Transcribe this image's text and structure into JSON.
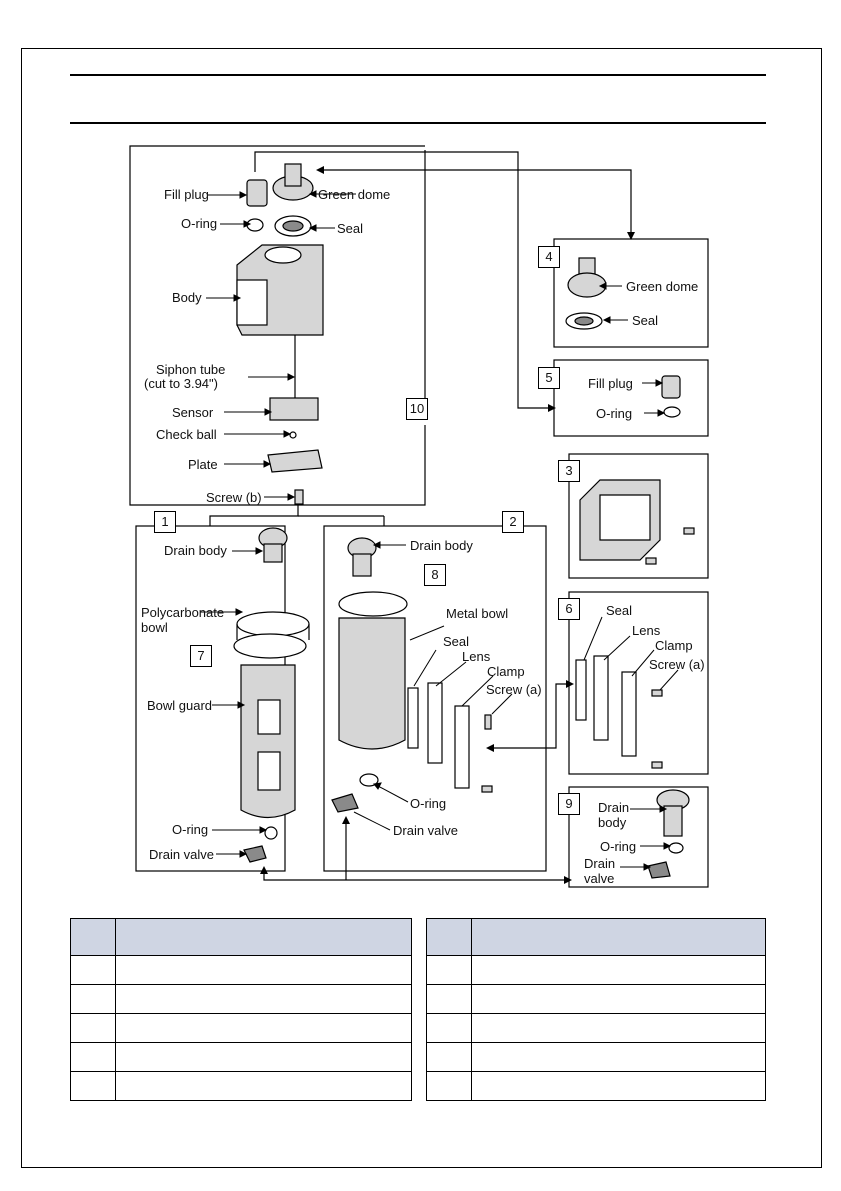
{
  "diagram": {
    "panel_main": {
      "labels": {
        "fill_plug": "Fill plug",
        "green_dome": "Green dome",
        "o_ring": "O-ring",
        "seal": "Seal",
        "body": "Body",
        "siphon_tube_1": "Siphon tube",
        "siphon_tube_2": "(cut to 3.94\")",
        "sensor": "Sensor",
        "check_ball": "Check ball",
        "plate": "Plate",
        "screw_b": "Screw (b)"
      },
      "number": "10"
    },
    "panel_1": {
      "number": "1",
      "inset_number": "7",
      "labels": {
        "drain_body": "Drain body",
        "polycarbonate_bowl_1": "Polycarbonate",
        "polycarbonate_bowl_2": "bowl",
        "bowl_guard": "Bowl guard",
        "o_ring": "O-ring",
        "drain_valve": "Drain valve"
      }
    },
    "panel_2": {
      "number": "2",
      "inset_number": "8",
      "labels": {
        "drain_body": "Drain body",
        "metal_bowl": "Metal bowl",
        "seal": "Seal",
        "lens": "Lens",
        "clamp": "Clamp",
        "screw_a": "Screw (a)",
        "o_ring": "O-ring",
        "drain_valve": "Drain valve"
      }
    },
    "panel_3": {
      "number": "3"
    },
    "panel_4": {
      "number": "4",
      "labels": {
        "green_dome": "Green dome",
        "seal": "Seal"
      }
    },
    "panel_5": {
      "number": "5",
      "labels": {
        "fill_plug": "Fill plug",
        "o_ring": "O-ring"
      }
    },
    "panel_6": {
      "number": "6",
      "labels": {
        "seal": "Seal",
        "lens": "Lens",
        "clamp": "Clamp",
        "screw_a": "Screw (a)"
      }
    },
    "panel_9": {
      "number": "9",
      "labels": {
        "drain_body_1": "Drain",
        "drain_body_2": "body",
        "o_ring": "O-ring",
        "drain_valve_1": "Drain",
        "drain_valve_2": "valve"
      }
    }
  },
  "parts_tables": {
    "left": {
      "header": [
        "",
        ""
      ],
      "rows": [
        [
          "",
          ""
        ],
        [
          "",
          ""
        ],
        [
          "",
          ""
        ],
        [
          "",
          ""
        ],
        [
          "",
          ""
        ]
      ]
    },
    "right": {
      "header": [
        "",
        ""
      ],
      "rows": [
        [
          "",
          ""
        ],
        [
          "",
          ""
        ],
        [
          "",
          ""
        ],
        [
          "",
          ""
        ],
        [
          "",
          ""
        ]
      ]
    },
    "header_color": "#cfd5e3"
  }
}
